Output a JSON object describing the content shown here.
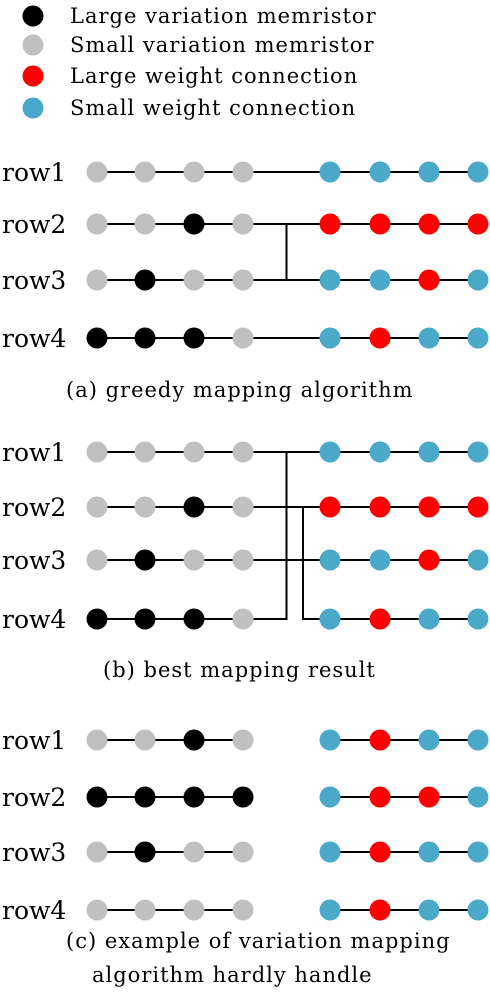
{
  "colors": {
    "large_variation": "#000000",
    "small_variation": "#c0c0c0",
    "large_weight": "#ff0000",
    "small_weight": "#4aa8c8",
    "line": "#000000"
  },
  "legend": [
    {
      "label": "Large variation memristor",
      "color_key": "large_variation"
    },
    {
      "label": "Small variation memristor",
      "color_key": "small_variation"
    },
    {
      "label": "Large weight connection",
      "color_key": "large_weight"
    },
    {
      "label": "Small weight connection",
      "color_key": "small_weight"
    }
  ],
  "panels": [
    {
      "caption": [
        "(a) greedy mapping algorithm"
      ],
      "rows": [
        {
          "label": "row1",
          "left": [
            "S",
            "S",
            "S",
            "S"
          ],
          "right": [
            "s",
            "s",
            "s",
            "s"
          ]
        },
        {
          "label": "row2",
          "left": [
            "S",
            "S",
            "L",
            "S"
          ],
          "right": [
            "l",
            "l",
            "l",
            "l"
          ]
        },
        {
          "label": "row3",
          "left": [
            "S",
            "L",
            "S",
            "S"
          ],
          "right": [
            "s",
            "s",
            "l",
            "s"
          ]
        },
        {
          "label": "row4",
          "left": [
            "L",
            "L",
            "L",
            "S"
          ],
          "right": [
            "s",
            "l",
            "s",
            "s"
          ]
        }
      ],
      "mapping": [
        0,
        2,
        1,
        3
      ]
    },
    {
      "caption": [
        "(b) best mapping result"
      ],
      "rows": [
        {
          "label": "row1",
          "left": [
            "S",
            "S",
            "S",
            "S"
          ],
          "right": [
            "s",
            "s",
            "s",
            "s"
          ]
        },
        {
          "label": "row2",
          "left": [
            "S",
            "S",
            "L",
            "S"
          ],
          "right": [
            "l",
            "l",
            "l",
            "l"
          ]
        },
        {
          "label": "row3",
          "left": [
            "S",
            "L",
            "S",
            "S"
          ],
          "right": [
            "s",
            "s",
            "l",
            "s"
          ]
        },
        {
          "label": "row4",
          "left": [
            "L",
            "L",
            "L",
            "S"
          ],
          "right": [
            "s",
            "l",
            "s",
            "s"
          ]
        }
      ],
      "mapping": [
        1,
        3,
        2,
        0
      ]
    },
    {
      "caption": [
        "(c)  example of variation mapping",
        "algorithm hardly handle"
      ],
      "rows": [
        {
          "label": "row1",
          "left": [
            "S",
            "S",
            "L",
            "S"
          ],
          "right": [
            "s",
            "l",
            "s",
            "s"
          ]
        },
        {
          "label": "row2",
          "left": [
            "L",
            "L",
            "L",
            "L"
          ],
          "right": [
            "s",
            "l",
            "l",
            "s"
          ]
        },
        {
          "label": "row3",
          "left": [
            "S",
            "L",
            "S",
            "S"
          ],
          "right": [
            "s",
            "l",
            "s",
            "s"
          ]
        },
        {
          "label": "row4",
          "left": [
            "S",
            "S",
            "S",
            "S"
          ],
          "right": [
            "s",
            "l",
            "s",
            "s"
          ]
        }
      ],
      "mapping": []
    }
  ]
}
